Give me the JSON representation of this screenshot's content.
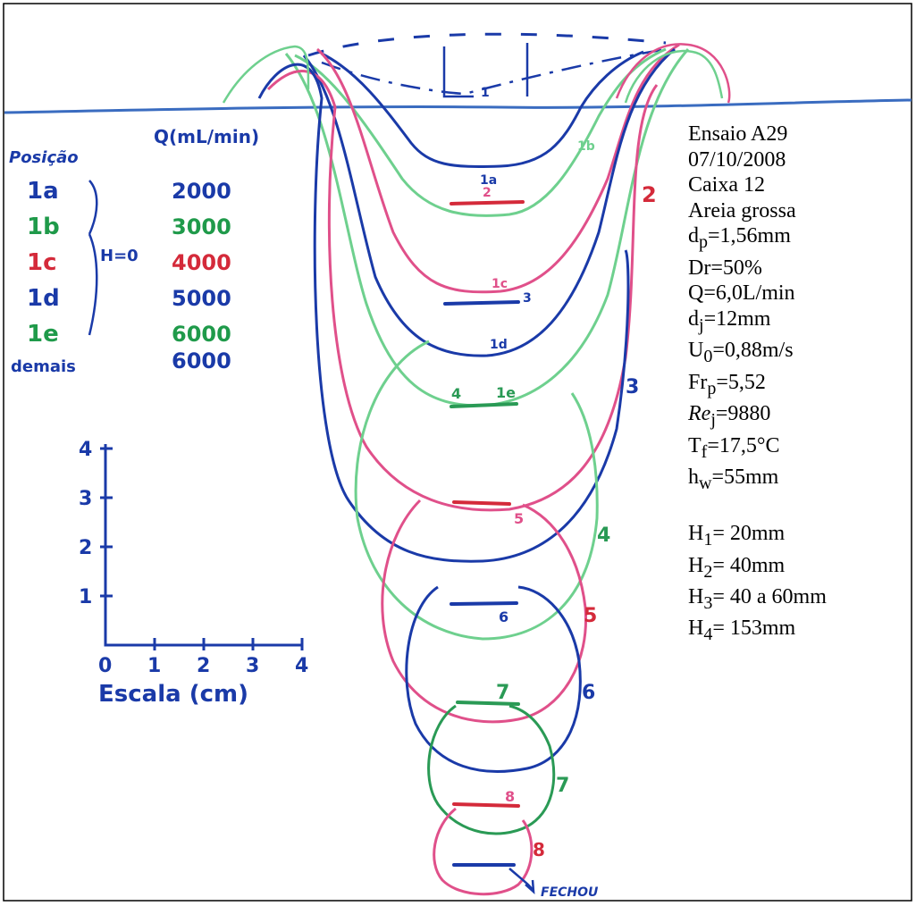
{
  "info": {
    "test": "Ensaio A29",
    "date": "07/10/2008",
    "box": "Caixa 12",
    "material": "Areia grossa",
    "dp": {
      "sym": "d",
      "sub": "p",
      "val": "=1,56mm"
    },
    "dr": "Dr=50%",
    "q": "Q=6,0L/min",
    "dj": {
      "sym": "d",
      "sub": "j",
      "val": "=12mm"
    },
    "u0": {
      "sym": "U",
      "sub": "0",
      "val": "=0,88m/s"
    },
    "frp": {
      "sym": "Fr",
      "sub": "p",
      "val": "=5,52"
    },
    "rej": {
      "sym": "Re",
      "sub": "j",
      "val": "=9880"
    },
    "tf": {
      "sym": "T",
      "sub": "f",
      "val": "=17,5°C"
    },
    "hw": {
      "sym": "h",
      "sub": "w",
      "val": "=55mm"
    },
    "h1": {
      "sym": "H",
      "sub": "1",
      "val": "= 20mm"
    },
    "h2": {
      "sym": "H",
      "sub": "2",
      "val": "= 40mm"
    },
    "h3": {
      "sym": "H",
      "sub": "3",
      "val": "= 40 a 60mm"
    },
    "h4": {
      "sym": "H",
      "sub": "4",
      "val": "= 153mm"
    }
  },
  "legend": {
    "header_pos": "Posição",
    "header_q": "Q(mL/min)",
    "h_label": "H=0",
    "rows": [
      {
        "pos": "1a",
        "q": "2000",
        "color": "#1a3aa8"
      },
      {
        "pos": "1b",
        "q": "3000",
        "color": "#1f9a4a"
      },
      {
        "pos": "1c",
        "q": "4000",
        "color": "#d42a3a"
      },
      {
        "pos": "1d",
        "q": "5000",
        "color": "#1a3aa8"
      },
      {
        "pos": "1e",
        "q": "6000",
        "color": "#1f9a4a"
      },
      {
        "pos": "demais",
        "q": "6000",
        "color": "#1a3aa8"
      }
    ]
  },
  "scale": {
    "label": "Escala (cm)",
    "y_ticks": [
      "1",
      "2",
      "3",
      "4"
    ],
    "x_ticks": [
      "0",
      "1",
      "2",
      "3",
      "4"
    ]
  },
  "curve_labels": {
    "l1a": "1a",
    "l1b": "1b",
    "l1c": "1c",
    "l1d": "1d",
    "l1e": "1e",
    "l2": "2",
    "l2r": "2",
    "l3": "3",
    "l3r": "3",
    "l4": "4",
    "l4r": "4",
    "l5": "5",
    "l5r": "5",
    "l6": "6",
    "l6r": "6",
    "l7": "7",
    "l7r": "7",
    "l8": "8",
    "l8r": "8",
    "top1": "1",
    "end": "FECHOU"
  },
  "colors": {
    "blue": "#1a3aa8",
    "light_blue": "#3a6cc0",
    "green": "#2a9a55",
    "light_green": "#6ed08e",
    "pink": "#e0508a",
    "red": "#d42a3a"
  }
}
